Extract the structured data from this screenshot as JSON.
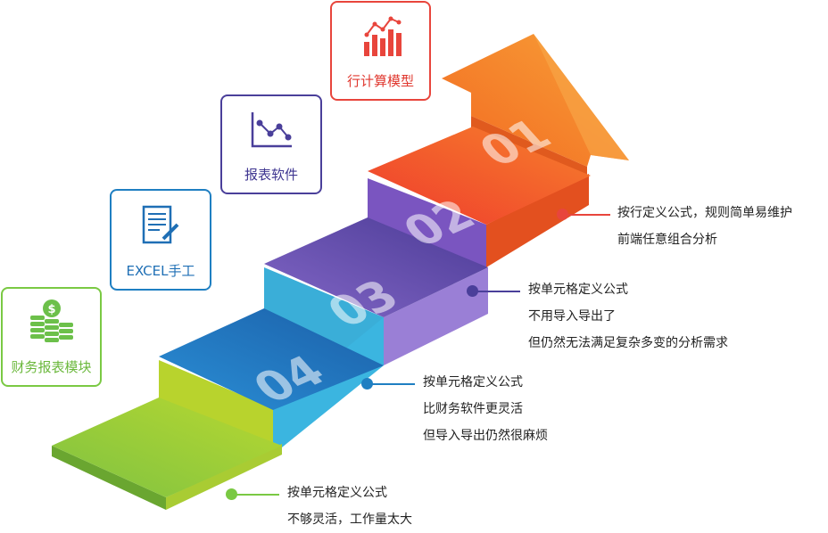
{
  "cards": [
    {
      "label": "财务报表模块",
      "color": "#7ac943",
      "icon": "coins-icon"
    },
    {
      "label": "EXCEL手工",
      "color": "#1f7fc2",
      "icon": "spreadsheet-edit-icon"
    },
    {
      "label": "报表软件",
      "color": "#4a3f9a",
      "icon": "line-chart-icon"
    },
    {
      "label": "行计算模型",
      "color": "#e8453c",
      "icon": "bar-trend-chart-icon"
    }
  ],
  "steps": [
    {
      "number": "01",
      "color": "#f25a2b"
    },
    {
      "number": "02",
      "color": "#6a56b8"
    },
    {
      "number": "03",
      "color": "#1f7fc2"
    },
    {
      "number": "04",
      "color": "#8cc63f"
    }
  ],
  "descriptions": [
    {
      "lines": [
        "按行定义公式，规则简单易维护",
        "前端任意组合分析"
      ],
      "color": "#e8453c"
    },
    {
      "lines": [
        "按单元格定义公式",
        "不用导入导出了",
        "但仍然无法满足复杂多变的分析需求"
      ],
      "color": "#4a3f9a"
    },
    {
      "lines": [
        "按单元格定义公式",
        "比财务软件更灵活",
        "但导入导出仍然很麻烦"
      ],
      "color": "#1f7fc2"
    },
    {
      "lines": [
        "按单元格定义公式",
        "不够灵活，工作量太大"
      ],
      "color": "#7ac943"
    }
  ]
}
